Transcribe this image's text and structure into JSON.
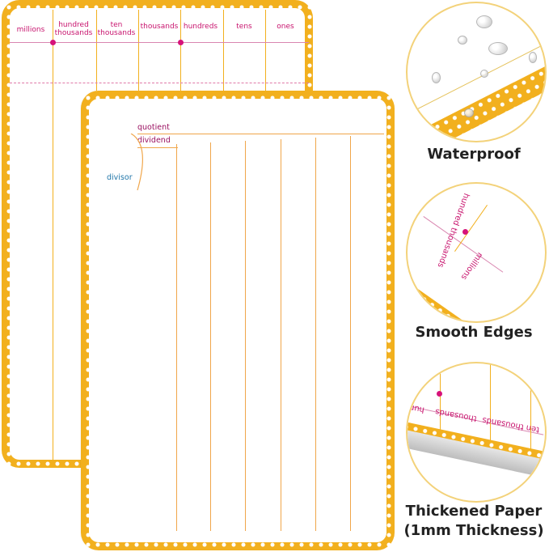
{
  "place_value_chart": {
    "headers": [
      "millions",
      "hundred thousands",
      "ten thousands",
      "thousands",
      "hundreds",
      "tens",
      "ones"
    ],
    "comma_mark": ","
  },
  "long_division": {
    "quotient_label": "quotient",
    "dividend_label": "dividend",
    "divisor_label": "divisor"
  },
  "features": [
    {
      "title": "Waterproof"
    },
    {
      "title": "Smooth Edges"
    },
    {
      "title_line1": "Thickened Paper",
      "title_line2": "(1mm Thickness)"
    }
  ],
  "closeup_labels": {
    "edges_hundred_thousands": "hundred thousands",
    "edges_millions": "millions",
    "paper_hun": "hun",
    "paper_thousands": "thousands",
    "paper_ten_thousands": "ten thousands"
  },
  "colors": {
    "border_yellow": "#f2b01e",
    "label_magenta": "#c8146e",
    "divisor_blue": "#2277aa"
  }
}
